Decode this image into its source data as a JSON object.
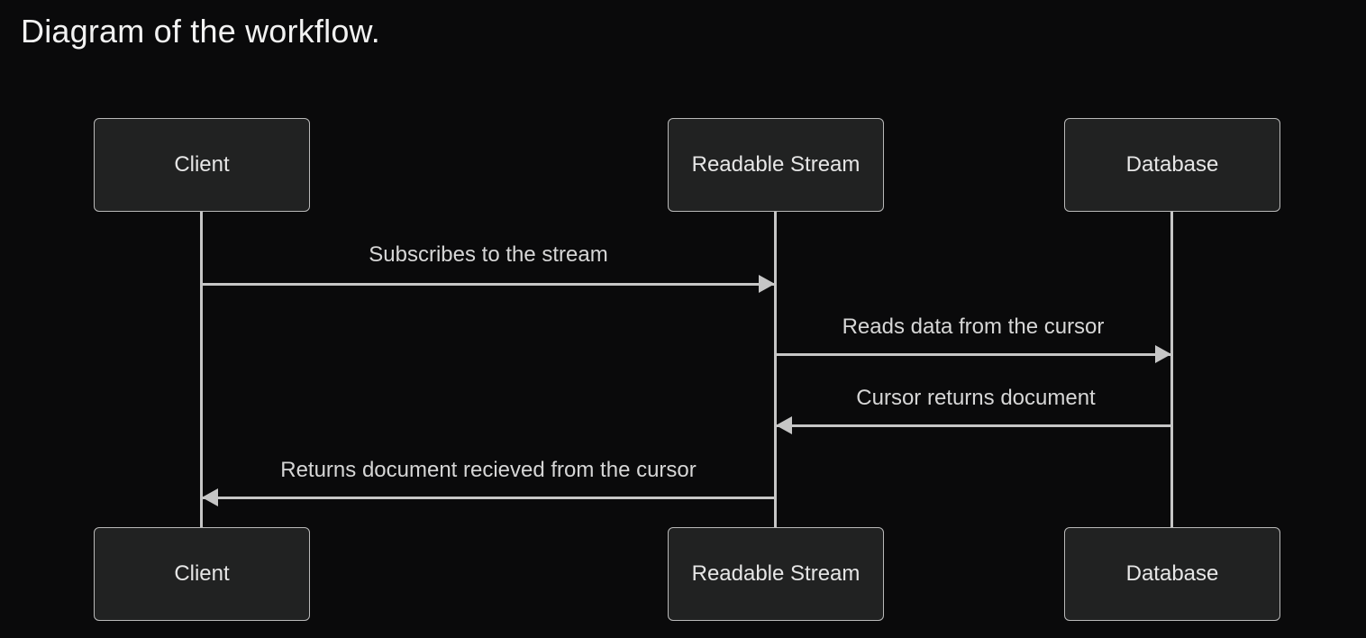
{
  "title": "Diagram of the workflow.",
  "diagram": {
    "type": "sequence",
    "actors": [
      {
        "id": "client",
        "label": "Client"
      },
      {
        "id": "readable-stream",
        "label": "Readable Stream"
      },
      {
        "id": "database",
        "label": "Database"
      }
    ],
    "messages": [
      {
        "from": "Client",
        "to": "Readable Stream",
        "direction": "right",
        "line_style": "solid",
        "label": "Subscribes to the stream"
      },
      {
        "from": "Readable Stream",
        "to": "Database",
        "direction": "right",
        "line_style": "solid",
        "label": "Reads data from the cursor"
      },
      {
        "from": "Database",
        "to": "Readable Stream",
        "direction": "left",
        "line_style": "solid",
        "label": "Cursor returns document"
      },
      {
        "from": "Readable Stream",
        "to": "Client",
        "direction": "left",
        "line_style": "solid",
        "label": "Returns document recieved from the cursor"
      }
    ],
    "colors": {
      "background": "#0a0a0b",
      "actor_fill": "#212222",
      "actor_border": "#b9b9b9",
      "line": "#c6c6c6",
      "actor_text": "#e6e6e6",
      "label_text": "#d6d6d6",
      "title_text": "#f2f2f2"
    }
  }
}
